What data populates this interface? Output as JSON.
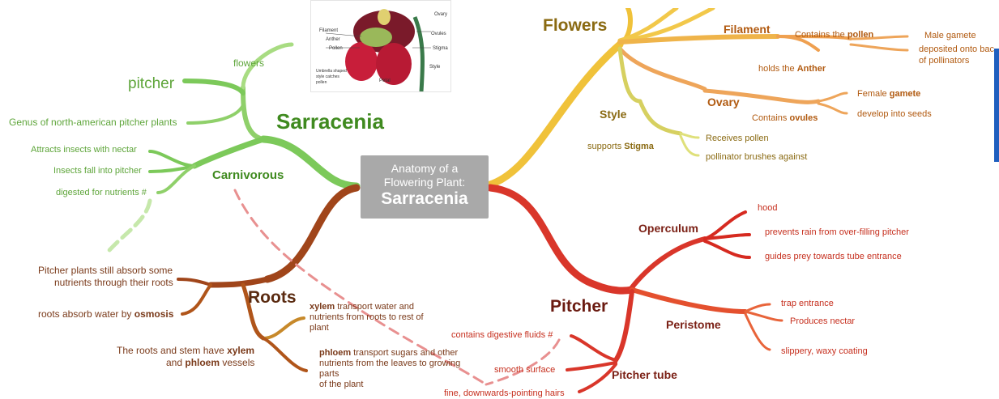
{
  "center": {
    "line1": "Anatomy of a",
    "line2": "Flowering Plant:",
    "title": "Sarracenia"
  },
  "sarracenia": {
    "title": "Sarracenia",
    "flowers": "flowers",
    "pitcher": "pitcher",
    "genus": "Genus of north-american pitcher plants",
    "carnivorous": {
      "title": "Carnivorous",
      "items": [
        "Attracts insects with nectar",
        "Insects fall into pitcher",
        "digested for nutrients #"
      ]
    }
  },
  "roots": {
    "title": "Roots",
    "absorb_line1": "Pitcher plants still absorb some",
    "absorb_line2": "nutrients through their roots",
    "osmosis_prefix": "roots absorb water by ",
    "osmosis_bold": "osmosis",
    "stem_prefix": "The roots and stem have ",
    "stem_xylem": "xylem",
    "stem_and": "and ",
    "stem_phloem": "phloem",
    "stem_suffix": " vessels",
    "xylem_bold": "xylem",
    "xylem_text1": " transport water and",
    "xylem_text2": "nutrients from roots to rest of",
    "xylem_text3": "plant",
    "phloem_bold": "phloem",
    "phloem_text1": " transport sugars and other",
    "phloem_text2": "nutrients from the leaves to growing",
    "phloem_text3": "parts",
    "phloem_text4": "of the plant"
  },
  "flowers": {
    "title": "Flowers",
    "filament": "Filament",
    "contains_pollen_prefix": "Contains the ",
    "contains_pollen_bold": "pollen",
    "male_gamete": "Male gamete",
    "deposited1": "deposited onto bac",
    "deposited2": "of pollinators",
    "holds_prefix": "holds the ",
    "holds_bold": "Anther",
    "ovary": "Ovary",
    "contains_ovules_prefix": "Contains ",
    "contains_ovules_bold": "ovules",
    "female_prefix": "Female ",
    "female_bold": "gamete",
    "develop": "develop into seeds",
    "style": "Style",
    "supports_prefix": "supports ",
    "supports_bold": "Stigma",
    "receives": "Receives pollen",
    "brushes": "pollinator brushes against"
  },
  "pitcher": {
    "title": "Pitcher",
    "operculum": "Operculum",
    "hood": "hood",
    "prevents": "prevents rain from over-filling pitcher",
    "guides": "guides prey towards tube entrance",
    "peristome": "Peristome",
    "trap": "trap entrance",
    "nectar": "Produces nectar",
    "slippery": "slippery, waxy coating",
    "tube": "Pitcher tube",
    "digestive": "contains digestive fluids #",
    "smooth": "smooth surface",
    "hairs": "fine, downwards-pointing hairs"
  },
  "image_labels": [
    "Ovary",
    "Ovules",
    "Filament",
    "Anther",
    "Stigma",
    "Pollen",
    "Umbrella shaped style catches pollen",
    "Style",
    "Petal"
  ],
  "colors": {
    "green": "#7cc95a",
    "brown": "#a0451a",
    "red": "#d9362a",
    "yellow": "#f0c23a",
    "orange": "#eea55a",
    "center_box": "#a9a9a9"
  }
}
